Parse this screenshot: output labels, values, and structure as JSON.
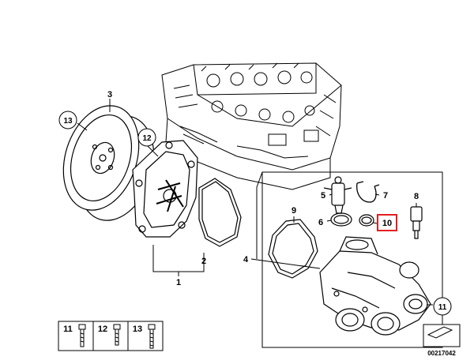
{
  "diagram": {
    "callouts": [
      {
        "id": "c1",
        "label": "1",
        "circled": false
      },
      {
        "id": "c2",
        "label": "2",
        "circled": false
      },
      {
        "id": "c3",
        "label": "3",
        "circled": false
      },
      {
        "id": "c4",
        "label": "4",
        "circled": false
      },
      {
        "id": "c5",
        "label": "5",
        "circled": false
      },
      {
        "id": "c6",
        "label": "6",
        "circled": false
      },
      {
        "id": "c7",
        "label": "7",
        "circled": false
      },
      {
        "id": "c8",
        "label": "8",
        "circled": false
      },
      {
        "id": "c9",
        "label": "9",
        "circled": false
      },
      {
        "id": "c10",
        "label": "10",
        "circled": false,
        "highlighted": true
      },
      {
        "id": "c11",
        "label": "11",
        "circled": true
      },
      {
        "id": "c12",
        "label": "12",
        "circled": true
      },
      {
        "id": "c13",
        "label": "13",
        "circled": true
      }
    ],
    "legend": [
      {
        "label": "11"
      },
      {
        "label": "12"
      },
      {
        "label": "13"
      }
    ],
    "diagram_number": "00217042",
    "highlight_color": "#e41e1e",
    "line_color": "#000000"
  }
}
